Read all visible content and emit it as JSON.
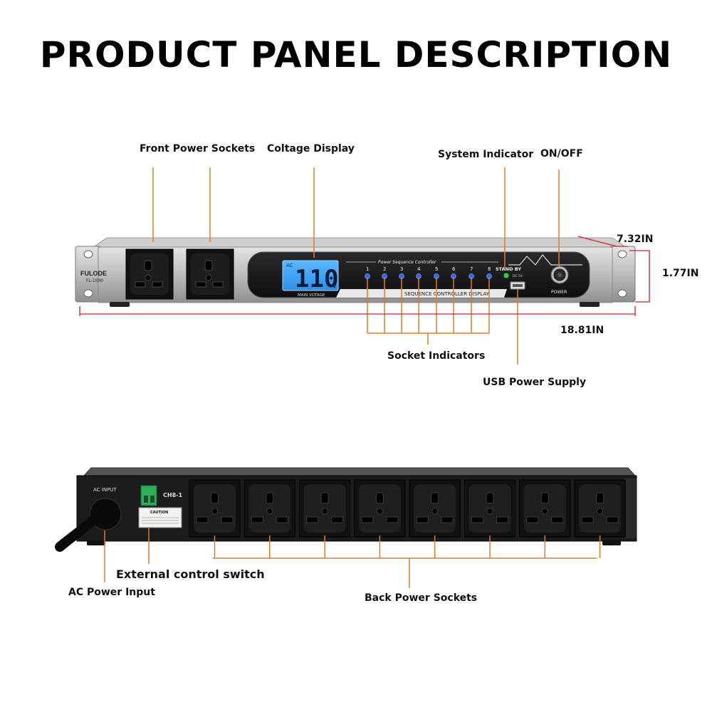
{
  "title": "PRODUCT PANEL DESCRIPTION",
  "colors": {
    "callout": "#e07b2a",
    "dimension": "#cc2233",
    "lcd": "#3aa3ff",
    "led": "#3366ff",
    "standby_led": "#33cc33"
  },
  "front": {
    "brand": "FULODE",
    "model": "FL-1000",
    "lcd_ac": "AC",
    "lcd_value": "110",
    "lcd_unit": "V",
    "lcd_caption": "MAIN VOTAGE",
    "controller_title": "Power Sequence Controller",
    "channels": [
      "1",
      "2",
      "3",
      "4",
      "5",
      "6",
      "7",
      "8"
    ],
    "standby": "STAND BY",
    "dc5v": "DC 5V",
    "display_caption": "SEQUENCE CONTROLLER DISPLAY",
    "power_label": "POWER"
  },
  "back": {
    "ac_input": "AC INPUT",
    "channel_tag": "CH8-1",
    "caution": "CAUTION",
    "socket_count": 8
  },
  "callouts": {
    "front_power_sockets": "Front Power Sockets",
    "voltage_display": "Coltage Display",
    "system_indicator": "System Indicator",
    "on_off": "ON/OFF",
    "socket_indicators": "Socket Indicators",
    "usb_power_supply": "USB Power Supply",
    "external_control_switch": "External control switch",
    "ac_power_input": "AC Power Input",
    "back_power_sockets": "Back Power Sockets"
  },
  "dimensions": {
    "depth": "7.32IN",
    "height": "1.77IN",
    "width": "18.81IN"
  }
}
